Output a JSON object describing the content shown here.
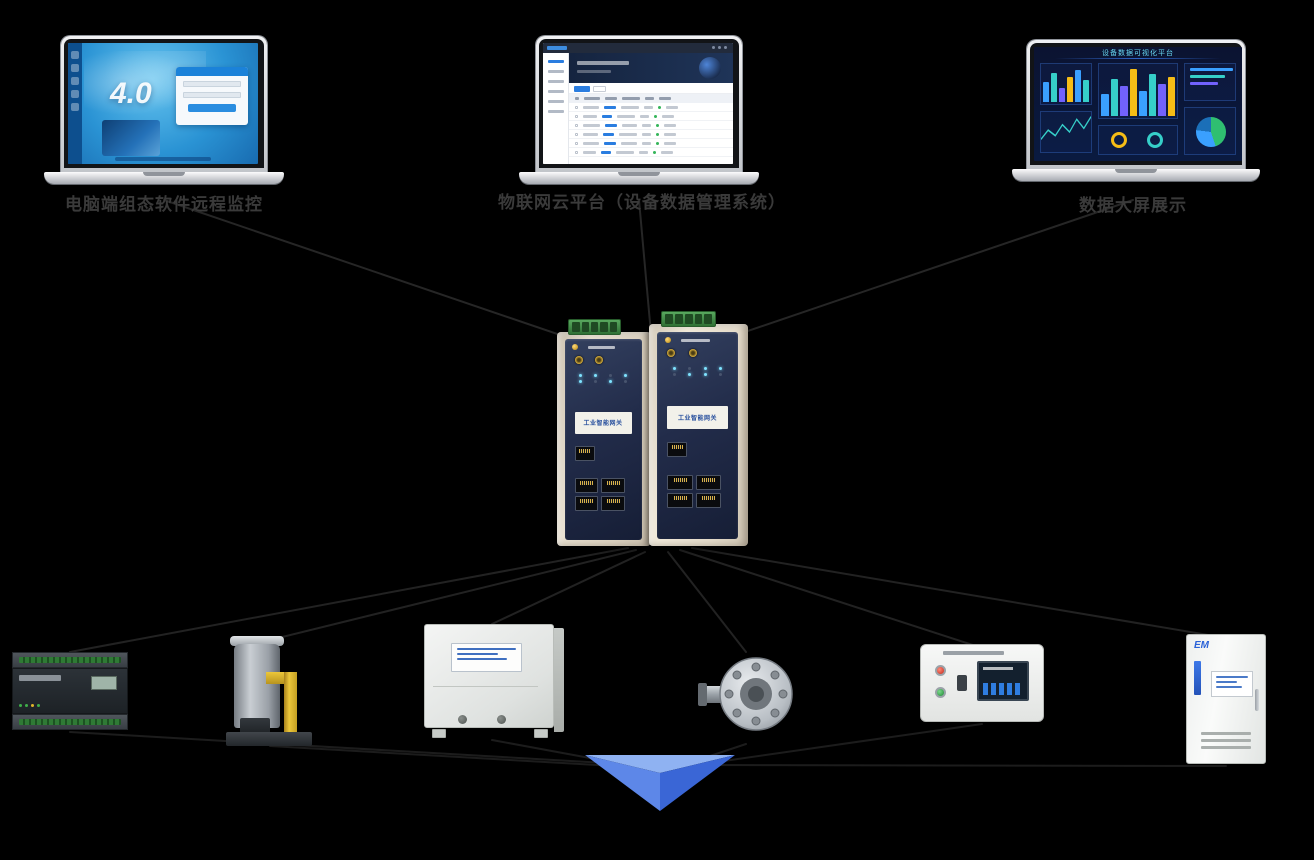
{
  "background": "#000000",
  "top_row": {
    "scada": {
      "label": "电脑端组态软件远程监控",
      "big_text": "4.0"
    },
    "cloud": {
      "label": "物联网云平台（设备数据管理系统）"
    },
    "big_screen": {
      "label": "数据大屏展示",
      "dashboard_title": "设备数据可视化平台"
    }
  },
  "gateways": {
    "left": {
      "label": "工业智能网关"
    },
    "right": {
      "label": "工业智能网关"
    }
  },
  "cabinet_logo": "EM",
  "dashboard": {
    "bar_colors": [
      "#3aa0ff",
      "#36cfc9",
      "#7262fd",
      "#f6bd16"
    ],
    "bars_left": [
      55,
      80,
      40,
      70,
      90,
      60
    ],
    "bars_mid": [
      45,
      75,
      60,
      95,
      50,
      85,
      65,
      78
    ],
    "pie": [
      {
        "color": "#2fbf71",
        "value": 45
      },
      {
        "color": "#3aa0ff",
        "value": 32
      },
      {
        "color": "#1b6fb8",
        "value": 23
      }
    ],
    "line": [
      30,
      55,
      40,
      70,
      50,
      85,
      60,
      92
    ]
  },
  "accent": {
    "triangle_blue": "#4a79e0",
    "router_panel": "#202c4e",
    "terminal_green": "#3f9145"
  }
}
